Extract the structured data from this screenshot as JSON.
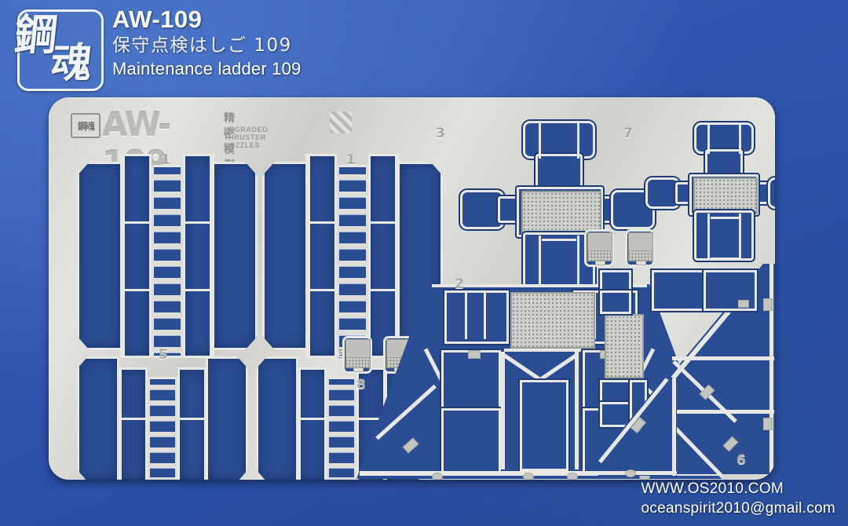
{
  "header": {
    "logo_chars": [
      "鋼",
      "魂"
    ],
    "product_code": "AW-109",
    "title_jp": "保守点検はしご 109",
    "title_en": "Maintenance ladder 109"
  },
  "fret": {
    "logo_mini": "鋼魂",
    "code": "AW-109",
    "subtitle_jp": "精密模型キット",
    "subtitle_en": "UPGRADED THRUSTER NOZZLES",
    "mark": "hatched-square-mark",
    "material": "photo-etch-brass-fret",
    "colors": {
      "metal": "#d8d9d4",
      "etch_blue": "#2b4d93",
      "rail": "#e7e8e3",
      "background": "#2e55ad"
    },
    "parts": [
      {
        "number": "1",
        "type": "ladder",
        "count": 2,
        "desc": "large maintenance ladder with folding side rails"
      },
      {
        "number": "2",
        "type": "trapezoid-frame",
        "count": 1,
        "desc": "large trapezoidal platform frame with mesh grate"
      },
      {
        "number": "3",
        "type": "cross-platform",
        "count": 1,
        "desc": "cross shaped platform with mesh grate"
      },
      {
        "number": "4",
        "type": "console",
        "count": 2,
        "desc": "small folding console / laptop parts"
      },
      {
        "number": "5",
        "type": "ladder",
        "count": 2,
        "desc": "small maintenance ladder with folding side rails"
      },
      {
        "number": "6",
        "type": "triangular-frame",
        "count": 1,
        "desc": "triangular truss frame with mesh grate"
      },
      {
        "number": "7",
        "type": "cross-platform",
        "count": 1,
        "desc": "small cross shaped platform with mesh grate"
      },
      {
        "number": "8",
        "type": "console",
        "count": 2,
        "desc": "small folding console / laptop parts"
      }
    ]
  },
  "footer": {
    "website": "WWW.OS2010.COM",
    "email": "oceanspirit2010@gmail.com"
  }
}
